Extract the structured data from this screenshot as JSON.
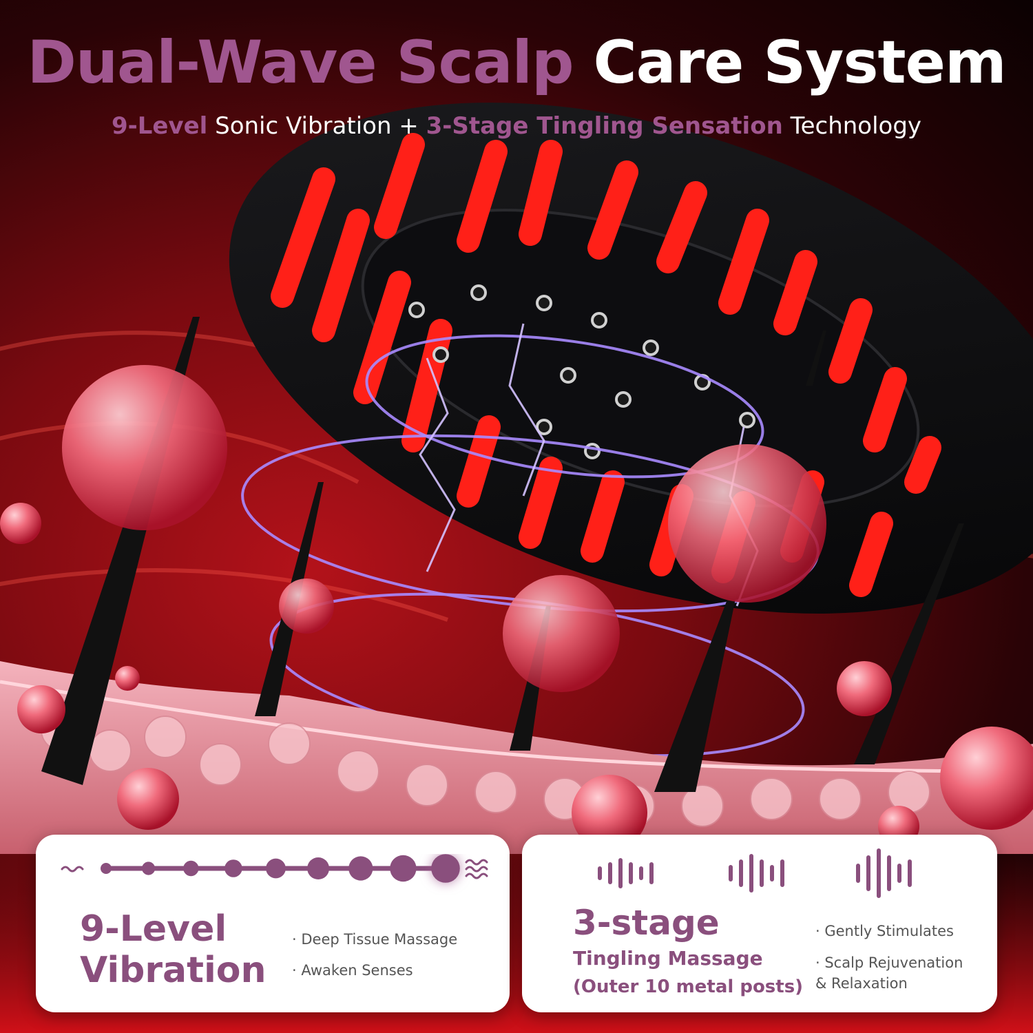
{
  "headline": {
    "part1": "Dual-Wave Scalp",
    "part2": "Care System"
  },
  "subheadline": {
    "highlight1": "9-Level",
    "text1": "Sonic Vibration +",
    "highlight2": "3-Stage Tingling Sensation",
    "text2": "Technology"
  },
  "vibration_card": {
    "title_line1": "9-Level",
    "title_line2": "Vibration",
    "features": [
      "· Deep Tissue Massage",
      "· Awaken Senses"
    ],
    "levels_shown": 9
  },
  "tingling_card": {
    "title_line1": "3-stage",
    "title_line2": "Tingling Massage",
    "title_line3": "(Outer 10 metal posts)",
    "features": [
      "· Gently Stimulates",
      "· Scalp Rejuvenation",
      "& Relaxation"
    ],
    "stages_shown": 3
  },
  "colors": {
    "accent_purple": "#8a4f7d",
    "background_red": "#b3121a",
    "bristle_red": "#ff1a1a",
    "electric_violet": "#9b6bff"
  },
  "icons": [
    "wave-small-icon",
    "wave-large-icon",
    "sound-bars-icon"
  ]
}
